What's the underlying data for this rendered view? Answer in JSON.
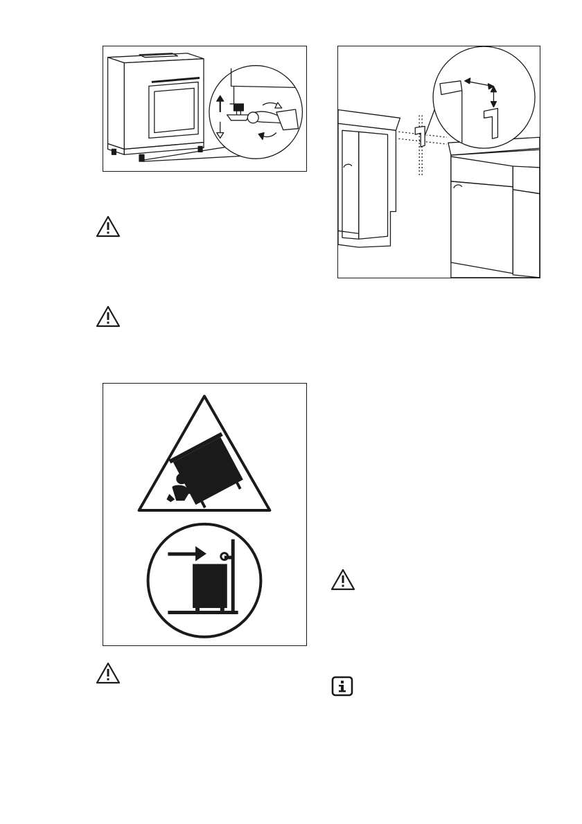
{
  "figures": {
    "adjust_feet": {
      "icon": "stove-leveling-feet-illustration"
    },
    "anti_tilt_bracket": {
      "icon": "anti-tilt-bracket-mounting-illustration"
    },
    "tip_over_warning": {
      "icon": "child-tip-over-warning-pictogram"
    }
  },
  "notices": [
    {
      "type": "warning",
      "icon": "warning-triangle-icon"
    },
    {
      "type": "warning",
      "icon": "warning-triangle-icon"
    },
    {
      "type": "warning",
      "icon": "warning-triangle-icon"
    },
    {
      "type": "warning",
      "icon": "warning-triangle-icon"
    },
    {
      "type": "info",
      "icon": "info-icon"
    }
  ],
  "colors": {
    "line": "#1a1a1a",
    "fill_dark": "#1a1a1a",
    "background": "#ffffff"
  }
}
